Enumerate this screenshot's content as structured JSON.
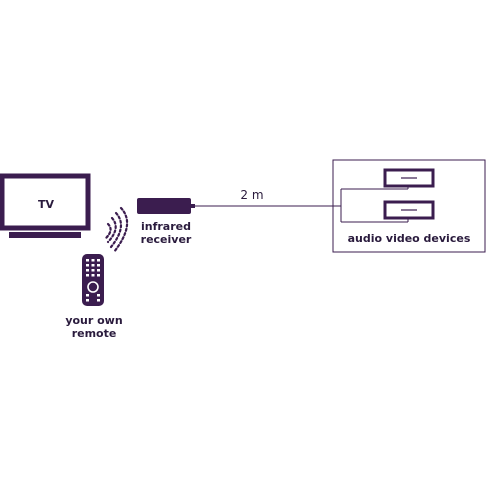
{
  "labels": {
    "tv": "TV",
    "infrared_receiver": [
      "infrared",
      "receiver"
    ],
    "remote": [
      "your own",
      "remote"
    ],
    "cable_length": "2 m",
    "av_devices": "audio video devices"
  },
  "colors": {
    "device": "#3b1d4f",
    "line": "#3b1d4f",
    "text": "#2a1b3d",
    "background": "#ffffff"
  },
  "icons": [
    "tv-icon",
    "infrared-receiver-icon",
    "remote-icon",
    "infrared-signal-icon",
    "av-device-icon"
  ]
}
